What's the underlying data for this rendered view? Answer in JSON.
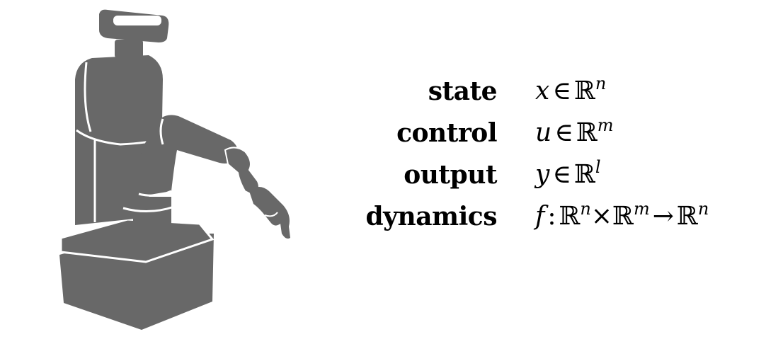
{
  "colors": {
    "robot_fill": "#686868",
    "robot_outline": "#ffffff",
    "text": "#000000"
  },
  "rows": [
    {
      "term": "state",
      "var": "x",
      "rel": "∈",
      "space": "ℝ",
      "exp": "n"
    },
    {
      "term": "control",
      "var": "u",
      "rel": "∈",
      "space": "ℝ",
      "exp": "m"
    },
    {
      "term": "output",
      "var": "y",
      "rel": "∈",
      "space": "ℝ",
      "exp": "l"
    },
    {
      "term": "dynamics",
      "var": "f",
      "colon": ":",
      "space1": "ℝ",
      "exp1": "n",
      "times": "×",
      "space2": "ℝ",
      "exp2": "m",
      "arrow": "→",
      "space3": "ℝ",
      "exp3": "n"
    }
  ]
}
